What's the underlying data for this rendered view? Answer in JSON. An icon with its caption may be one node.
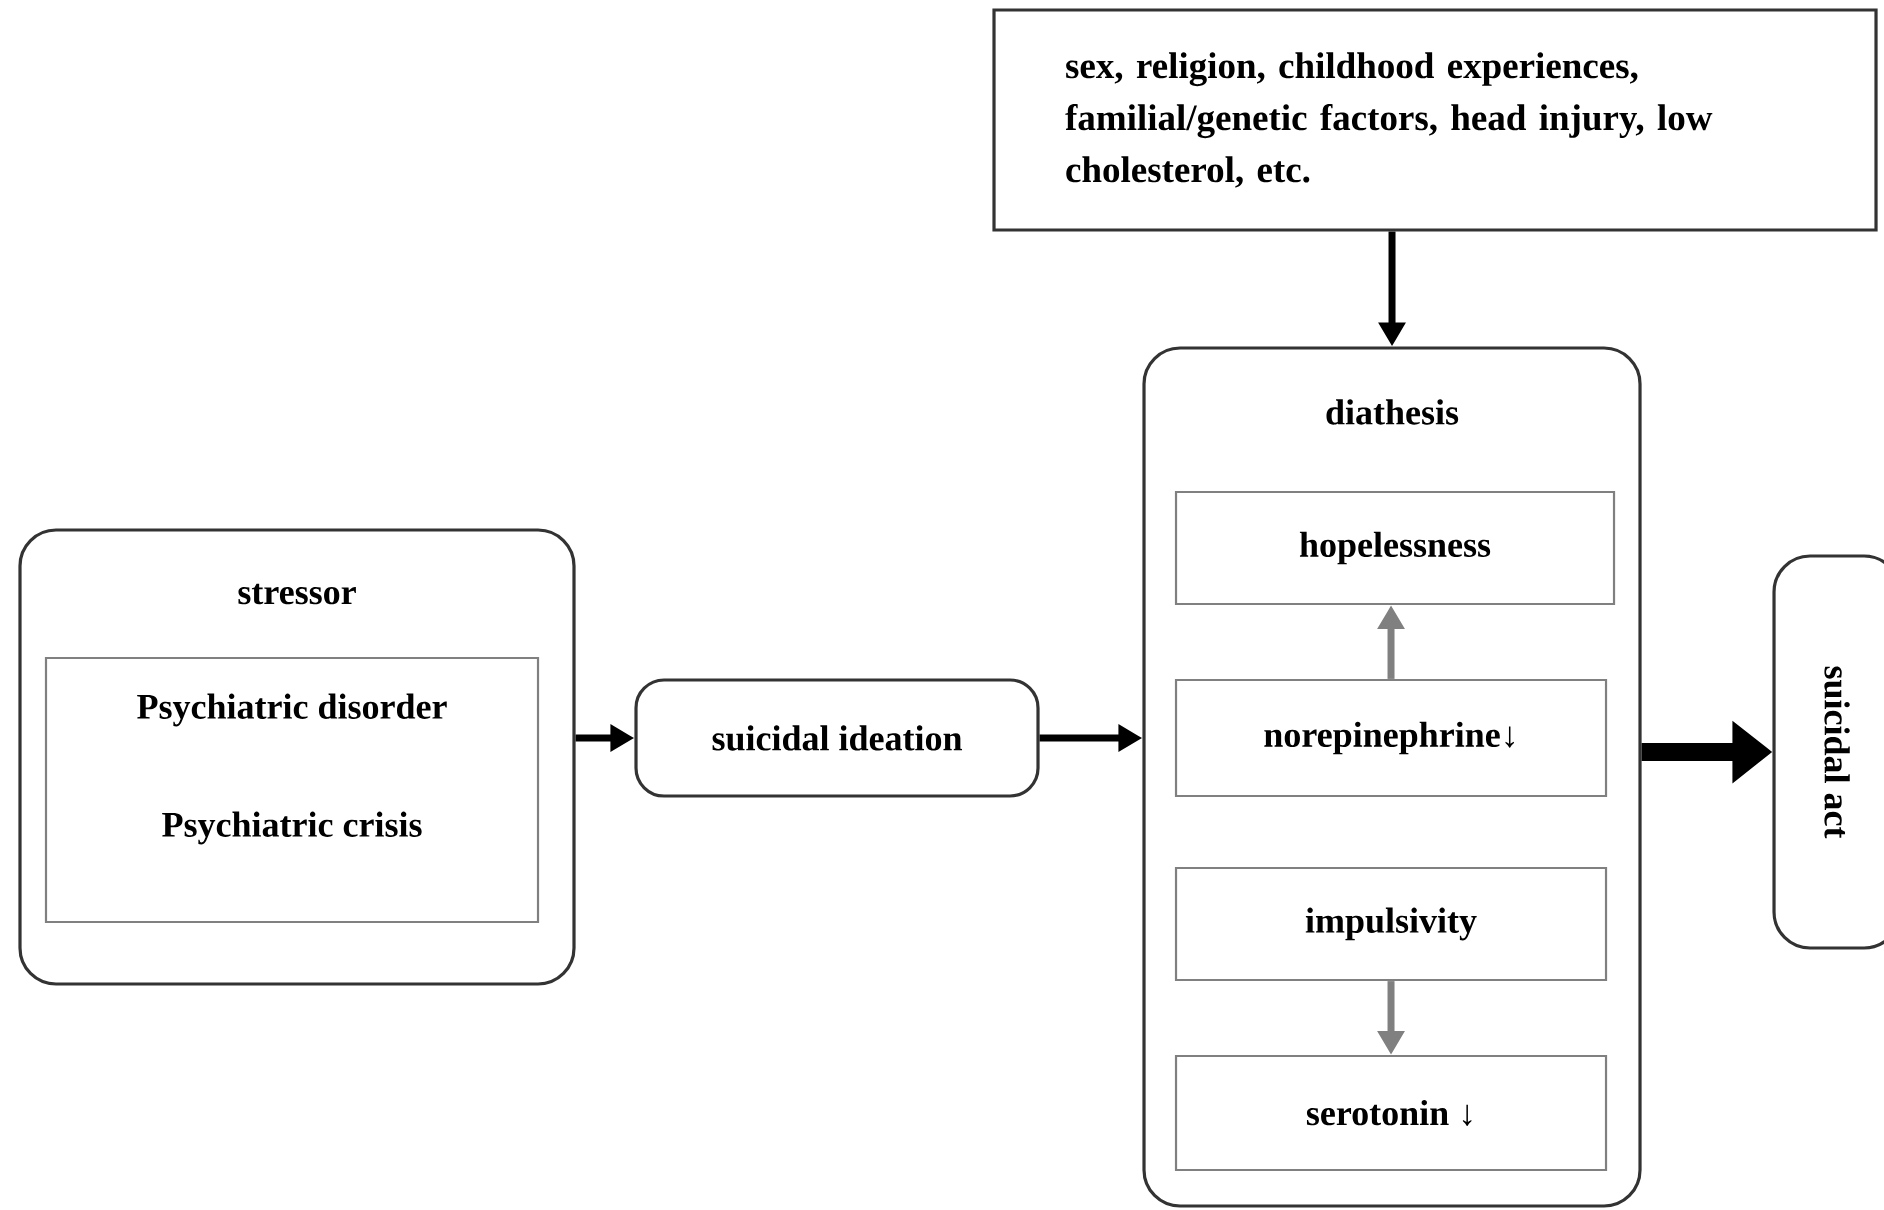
{
  "diagram": {
    "nodes": [
      {
        "text": [
          "stressor"
        ]
      },
      {
        "text": [
          "Psychiatric disorder",
          "Psychiatric crisis"
        ],
        "in": 0
      },
      {
        "text": [
          "suicidal ideation"
        ]
      },
      {
        "text": [
          "sex, religion, childhood experiences, familial/genetic factors, head injury, low cholesterol, etc."
        ]
      },
      {
        "text": [
          "diathesis"
        ]
      },
      {
        "text": [
          "hopelessness"
        ],
        "in": 4
      },
      {
        "text": [
          "norepinephrine↓"
        ],
        "in": 4
      },
      {
        "text": [
          "impulsivity"
        ],
        "in": 4
      },
      {
        "text": [
          "serotonin ↓"
        ],
        "in": 4
      },
      {
        "text": [
          "suicidal act"
        ]
      }
    ],
    "edges": [
      {
        "from": 0,
        "to": 2,
        "arrow": "to"
      },
      {
        "from": 2,
        "to": 4,
        "arrow": "to"
      },
      {
        "from": 3,
        "to": 4,
        "arrow": "to"
      },
      {
        "from": 6,
        "to": 5,
        "arrow": "to",
        "color": "#808080"
      },
      {
        "from": 7,
        "to": 8,
        "arrow": "to",
        "color": "#808080"
      },
      {
        "from": 4,
        "to": 9,
        "arrow": "to",
        "style": "thick"
      }
    ]
  }
}
